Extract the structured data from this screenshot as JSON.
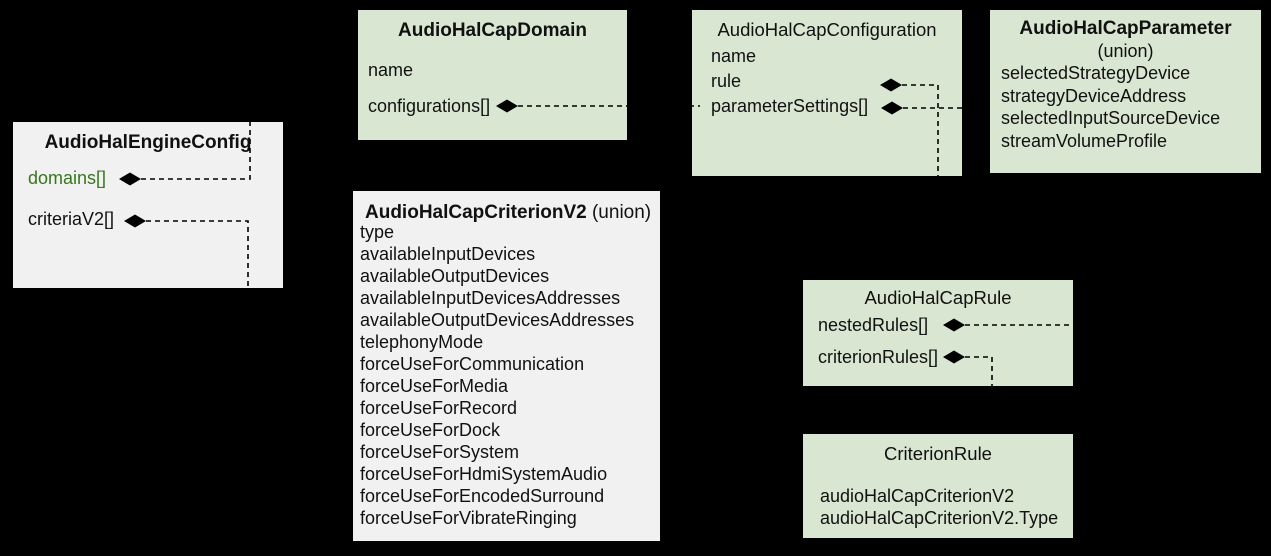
{
  "diagram": {
    "boxes": {
      "engine": {
        "title": "AudioHalEngineConfig",
        "fields": [
          "domains[]",
          "criteriaV2[]"
        ]
      },
      "domain": {
        "title": "AudioHalCapDomain",
        "fields": [
          "name",
          "configurations[]"
        ]
      },
      "configuration": {
        "title": "AudioHalCapConfiguration",
        "fields": [
          "name",
          "rule",
          "parameterSettings[]"
        ]
      },
      "parameter": {
        "title": "AudioHalCapParameter",
        "subtitle": "(union)",
        "fields": [
          "selectedStrategyDevice",
          "strategyDeviceAddress",
          "selectedInputSourceDevice",
          "streamVolumeProfile"
        ]
      },
      "criterionv2": {
        "title": "AudioHalCapCriterionV2",
        "suffix": " (union)",
        "fields": [
          "type",
          "availableInputDevices",
          "availableOutputDevices",
          "availableInputDevicesAddresses",
          "availableOutputDevicesAddresses",
          "telephonyMode",
          "forceUseForCommunication",
          "forceUseForMedia",
          "forceUseForRecord",
          "forceUseForDock",
          "forceUseForSystem",
          "forceUseForHdmiSystemAudio",
          "forceUseForEncodedSurround",
          "forceUseForVibrateRinging"
        ]
      },
      "rule": {
        "title": "AudioHalCapRule",
        "fields": [
          "nestedRules[]",
          "criterionRules[]"
        ]
      },
      "criterionrule": {
        "title": "CriterionRule",
        "fields": [
          "audioHalCapCriterionV2",
          "audioHalCapCriterionV2.Type"
        ]
      }
    },
    "icons": {
      "composition-diamond": "◆"
    }
  },
  "colors": {
    "bg": "#000000",
    "box-green": "#d9e7d2",
    "box-gray": "#f1f1f1",
    "text": "#111111",
    "accent-green": "#38761d",
    "connector": "#000000"
  }
}
